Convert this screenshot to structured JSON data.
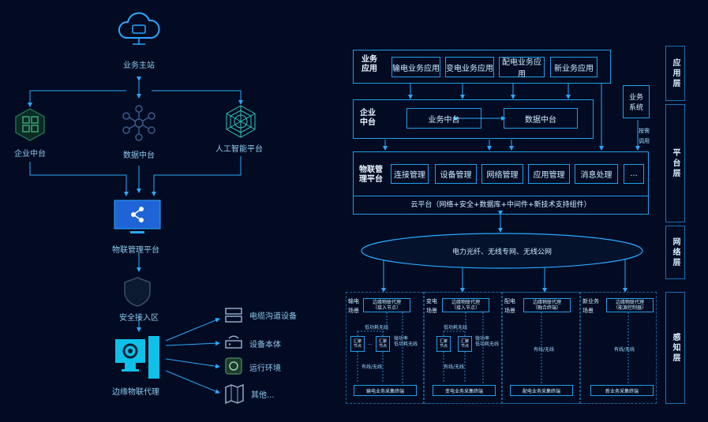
{
  "left": {
    "business_master": "业务主站",
    "enterprise_center": "企业中台",
    "data_center": "数据中台",
    "ai_platform": "人工智能平台",
    "iot_platform": "物联管理平台",
    "security_zone": "安全接入区",
    "edge_proxy": "边缘物联代理",
    "device_cable": "电缆沟道设备",
    "device_body": "设备本体",
    "device_env": "运行环境",
    "device_other": "其他..."
  },
  "right": {
    "app_row": {
      "title": "业务\n应用",
      "items": [
        "输电业务应用",
        "变电业务应用",
        "配电业务应用",
        "新业务应用"
      ]
    },
    "enterprise_row": {
      "title": "企业\n中台",
      "items": [
        "业务中台",
        "数据中台"
      ]
    },
    "biz_system": "业务\n系统",
    "on_demand": "按需\n调用",
    "iot_row": {
      "title": "物联管\n理平台",
      "items": [
        "连接管理",
        "设备管理",
        "网络管理",
        "应用管理",
        "消息处理",
        "..."
      ]
    },
    "cloud": "云平台（网络+安全+数据库+中间件+新技术支持组件）",
    "network": "电力光纤、无线专网、无线公网",
    "scenes": [
      {
        "title": "输电\n场景",
        "proxy": "边缘物联代理\n（接入节点）",
        "bottom": "输电业务采集终端"
      },
      {
        "title": "变电\n场景",
        "proxy": "边缘物联代理\n（接入节点）",
        "bottom": "变电业务采集终端"
      },
      {
        "title": "配电\n场景",
        "proxy": "边缘物联代理\n（融合终端）",
        "bottom": "配电业务采集终端"
      },
      {
        "title": "新业务\n场景",
        "proxy": "边缘物联代理\n（能源控制器）",
        "bottom": "新业务采集终端"
      }
    ],
    "scene_small": {
      "sink": "汇聚\n节点",
      "wireless_a": "低功耗无线",
      "wireless_b": "微功率\n低功耗无线",
      "wired": "有线/无线",
      "dots": "..."
    },
    "layers": [
      "应用层",
      "平台层",
      "网络层",
      "感知层"
    ]
  },
  "colors": {
    "bg": "#020b22",
    "line": "#2aa8ff",
    "accent": "#00d4ff",
    "border": "#1f9fe8"
  }
}
